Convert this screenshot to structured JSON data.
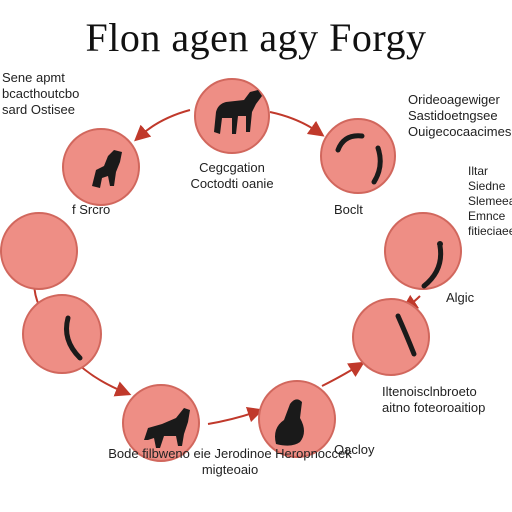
{
  "title": "Flon agen agy Forgy",
  "colors": {
    "circle_fill": "#ee8e85",
    "circle_stroke": "#d1675d",
    "arrow": "#c0392b",
    "silhouette": "#1a1a1a"
  },
  "center_label": [
    "Cegcgation",
    "Coctodti oanie"
  ],
  "stage_labels": {
    "top_left": [
      "Sene apmt",
      "bcacthoutcbo",
      "sard Ostisee"
    ],
    "left": [
      "f Srcro"
    ],
    "top_right": [
      "Orideoagewiger",
      "Sastidoetngsee",
      "Ouigecocaacimes"
    ],
    "right": [
      "Boclt"
    ],
    "far_right": [
      "Iltar",
      "Siedne",
      "Slemeeae",
      "Emnce",
      "fitieciaeec"
    ],
    "right_mid": [
      "Algic"
    ],
    "bottom_right": [
      "Iltenoisclnbroeto",
      "aitno foteoroaitiop"
    ],
    "bottom_right_small": [
      "Oacloy"
    ],
    "bottom": [
      "Bode filbweno eie Jerodinoe Heropnoccek",
      "migteoaio"
    ]
  },
  "icons": [
    "horse-silhouette",
    "dog-silhouette",
    "curve-silhouette",
    "hook-silhouette",
    "bent-silhouette",
    "tail-silhouette",
    "calf-silhouette",
    "seal-silhouette"
  ]
}
